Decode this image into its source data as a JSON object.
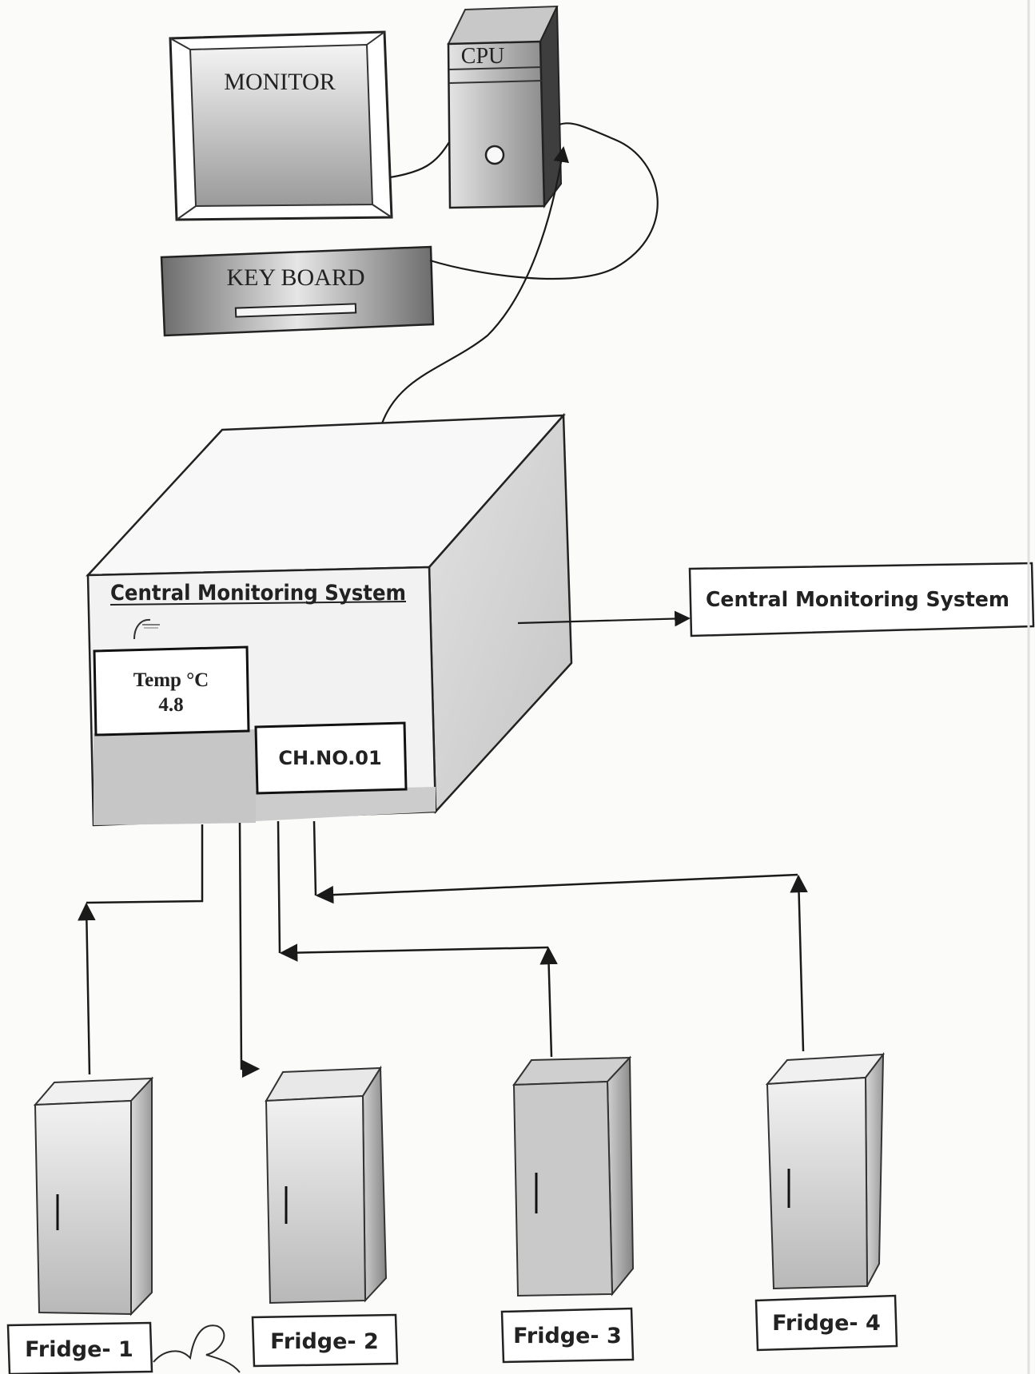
{
  "computer": {
    "monitor_label": "MONITOR",
    "cpu_label": "CPU",
    "keyboard_label": "KEY BOARD"
  },
  "cms_box": {
    "title": "Central Monitoring System",
    "temp_label": "Temp °C",
    "temp_value": "4.8",
    "channel_label": "CH.NO.01"
  },
  "cms_callout": {
    "label": "Central Monitoring System"
  },
  "fridges": [
    {
      "label": "Fridge- 1"
    },
    {
      "label": "Fridge- 2"
    },
    {
      "label": "Fridge- 3"
    },
    {
      "label": "Fridge- 4"
    }
  ],
  "colors": {
    "line": "#1a1a1a",
    "panel_gray": "#c9c9c9",
    "dark_gray": "#5a5a5a"
  }
}
